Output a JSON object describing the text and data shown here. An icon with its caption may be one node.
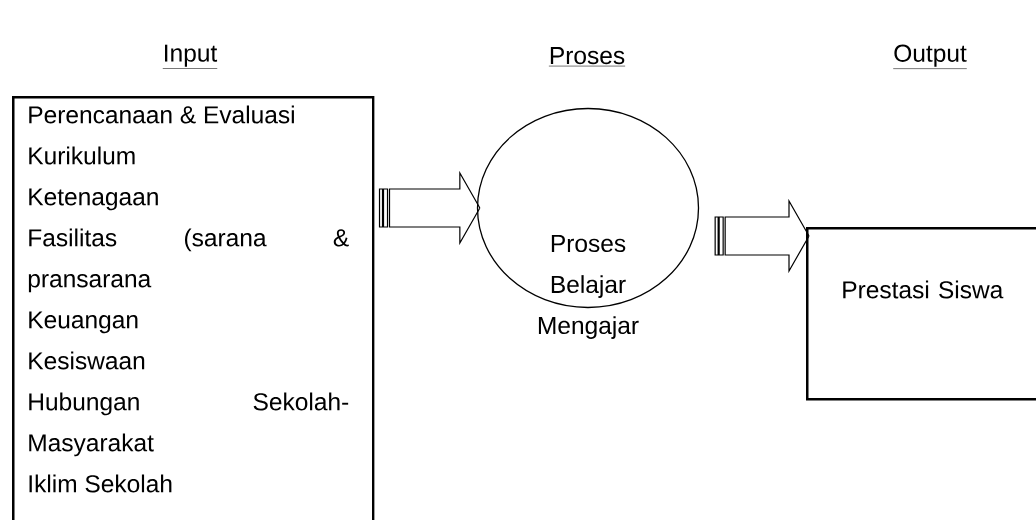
{
  "diagram": {
    "nodes": [
      {
        "text": [
          "Perencanaan & Evaluasi",
          "Kurikulum",
          "Ketenagaan",
          "Fasilitas (sarana & pransarana",
          "Keuangan",
          "Kesiswaan",
          "Hubungan Sekolah-Masyarakat",
          "Iklim Sekolah"
        ]
      },
      {
        "text": [
          "Proses Belajar Mengajar"
        ]
      },
      {
        "text": [
          "Prestasi Siswa"
        ]
      }
    ],
    "edges": [
      {
        "from": 0,
        "to": 1,
        "arrow": "to"
      },
      {
        "from": 1,
        "to": 2,
        "arrow": "to"
      }
    ],
    "labels": [
      "Input",
      "Proses",
      "Output"
    ]
  }
}
